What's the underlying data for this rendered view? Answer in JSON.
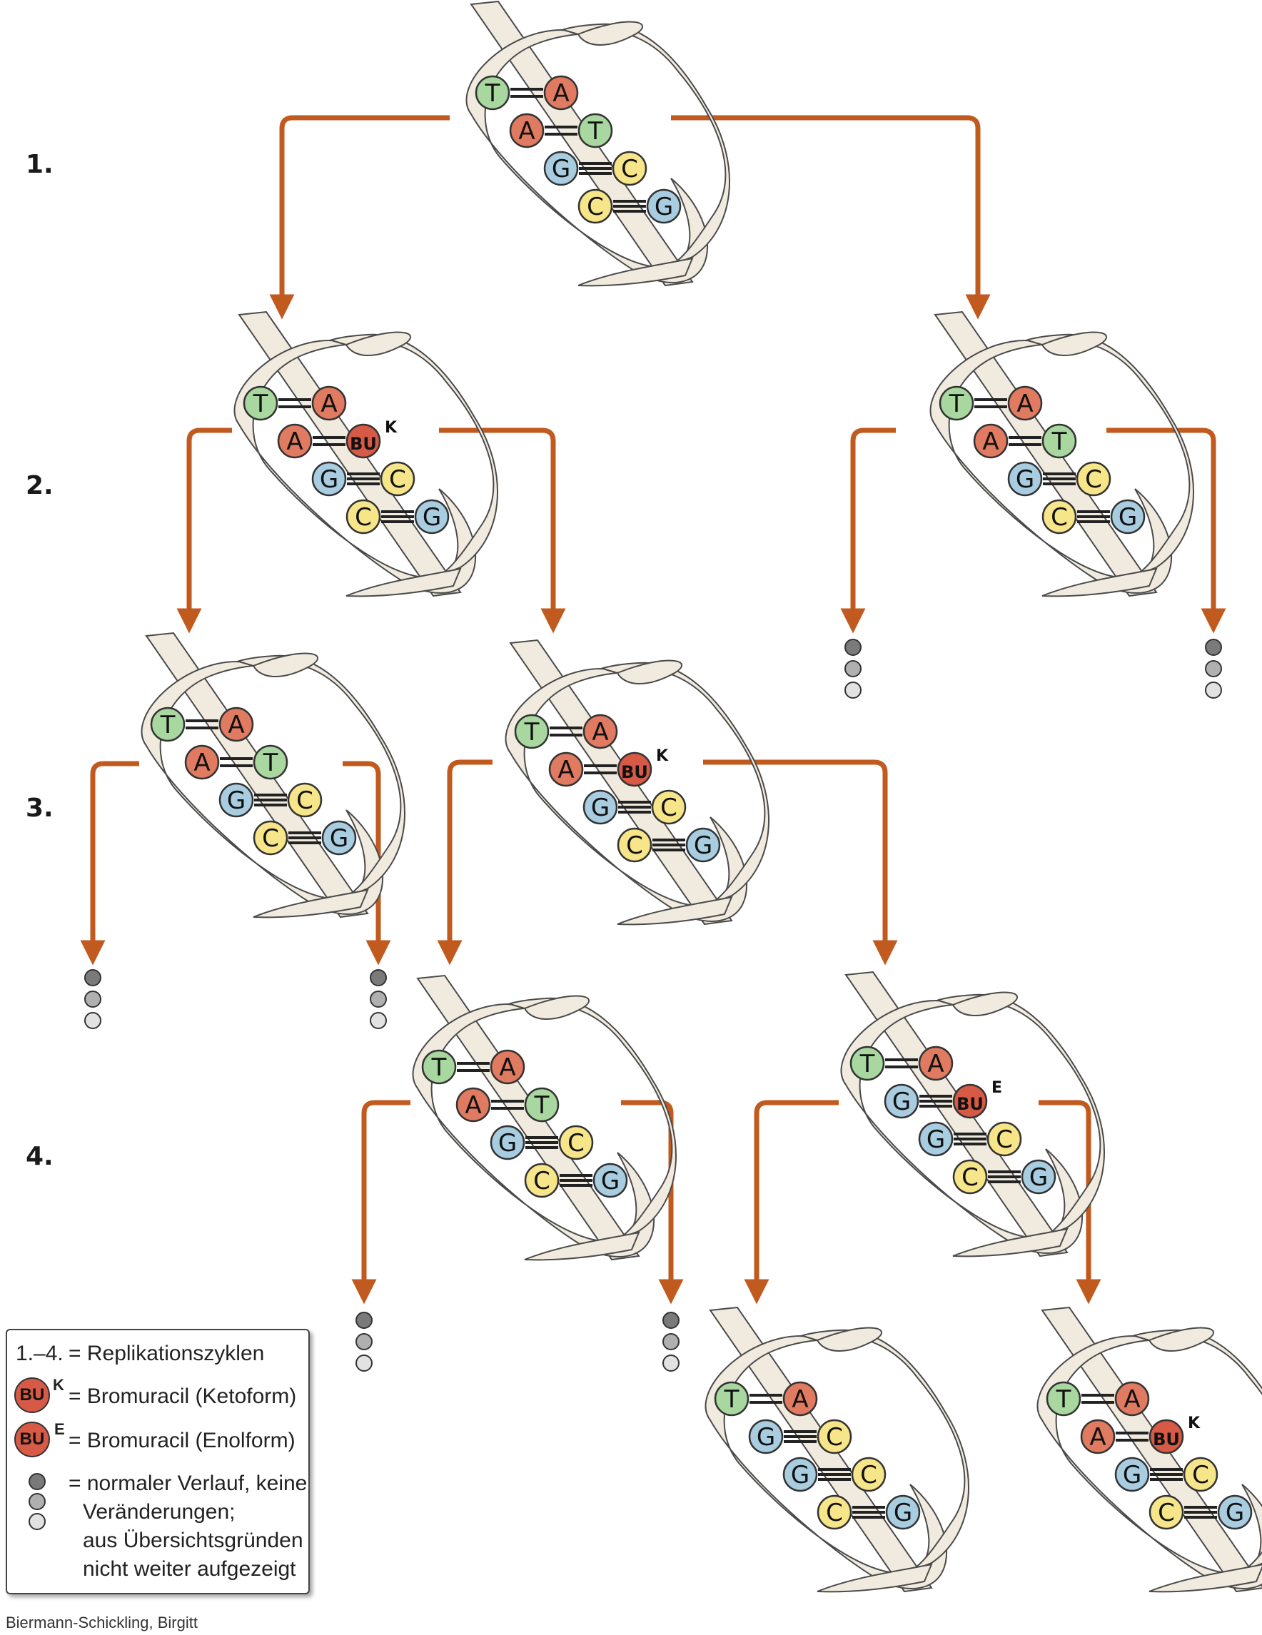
{
  "cycles": [
    "1.",
    "2.",
    "3.",
    "4."
  ],
  "helices": [
    {
      "id": "g0",
      "pairs": [
        {
          "l": "T",
          "r": "A",
          "bond": 2
        },
        {
          "l": "A",
          "r": "T",
          "bond": 2
        },
        {
          "l": "G",
          "r": "C",
          "bond": 3
        },
        {
          "l": "C",
          "r": "G",
          "bond": 3
        }
      ]
    },
    {
      "id": "g1-left",
      "pairs": [
        {
          "l": "T",
          "r": "A",
          "bond": 2
        },
        {
          "l": "A",
          "r": "BU",
          "bond": 2,
          "sup": "K"
        },
        {
          "l": "G",
          "r": "C",
          "bond": 3
        },
        {
          "l": "C",
          "r": "G",
          "bond": 3
        }
      ]
    },
    {
      "id": "g1-right",
      "pairs": [
        {
          "l": "T",
          "r": "A",
          "bond": 2
        },
        {
          "l": "A",
          "r": "T",
          "bond": 2
        },
        {
          "l": "G",
          "r": "C",
          "bond": 3
        },
        {
          "l": "C",
          "r": "G",
          "bond": 3
        }
      ]
    },
    {
      "id": "g2-left",
      "pairs": [
        {
          "l": "T",
          "r": "A",
          "bond": 2
        },
        {
          "l": "A",
          "r": "T",
          "bond": 2
        },
        {
          "l": "G",
          "r": "C",
          "bond": 3
        },
        {
          "l": "C",
          "r": "G",
          "bond": 3
        }
      ]
    },
    {
      "id": "g2-right",
      "pairs": [
        {
          "l": "T",
          "r": "A",
          "bond": 2
        },
        {
          "l": "A",
          "r": "BU",
          "bond": 2,
          "sup": "K"
        },
        {
          "l": "G",
          "r": "C",
          "bond": 3
        },
        {
          "l": "C",
          "r": "G",
          "bond": 3
        }
      ]
    },
    {
      "id": "g3-left",
      "pairs": [
        {
          "l": "T",
          "r": "A",
          "bond": 2
        },
        {
          "l": "A",
          "r": "T",
          "bond": 2
        },
        {
          "l": "G",
          "r": "C",
          "bond": 3
        },
        {
          "l": "C",
          "r": "G",
          "bond": 3
        }
      ]
    },
    {
      "id": "g3-right",
      "pairs": [
        {
          "l": "T",
          "r": "A",
          "bond": 2
        },
        {
          "l": "G",
          "r": "BU",
          "bond": 3,
          "sup": "E"
        },
        {
          "l": "G",
          "r": "C",
          "bond": 3
        },
        {
          "l": "C",
          "r": "G",
          "bond": 3
        }
      ]
    },
    {
      "id": "g4-left",
      "pairs": [
        {
          "l": "T",
          "r": "A",
          "bond": 2
        },
        {
          "l": "G",
          "r": "C",
          "bond": 3
        },
        {
          "l": "G",
          "r": "C",
          "bond": 3
        },
        {
          "l": "C",
          "r": "G",
          "bond": 3
        }
      ]
    },
    {
      "id": "g4-right",
      "pairs": [
        {
          "l": "T",
          "r": "A",
          "bond": 2
        },
        {
          "l": "A",
          "r": "BU",
          "bond": 2,
          "sup": "K"
        },
        {
          "l": "G",
          "r": "C",
          "bond": 3
        },
        {
          "l": "C",
          "r": "G",
          "bond": 3
        }
      ]
    }
  ],
  "colors": {
    "A": "#e07a60",
    "T": "#a8d8a0",
    "G": "#a9cde0",
    "C": "#f7e58a",
    "BU": "#d65a45",
    "arrow": "#c15a1f",
    "strand_fill": "#f1ebdf",
    "strand_edge": "#4a4a4a",
    "dots": [
      "#7a7a7a",
      "#b0b0b0",
      "#e2e2e2"
    ]
  },
  "legend": {
    "cycles_key": "1.–4.",
    "cycles_text": "= Replikationszyklen",
    "bu_label": "BU",
    "keto_sup": "K",
    "keto_text": "= Bromuracil (Ketoform)",
    "enol_sup": "E",
    "enol_text": "= Bromuracil (Enolform)",
    "normal_lines": [
      "= normaler Verlauf, keine",
      "Veränderungen;",
      "aus Übersichtsgründen",
      "nicht weiter aufgezeigt"
    ]
  },
  "credit": "Biermann-Schickling, Birgitt"
}
